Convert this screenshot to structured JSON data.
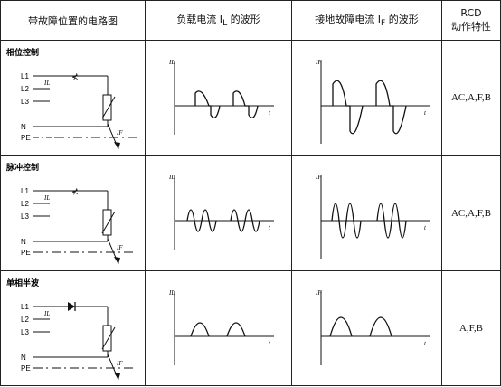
{
  "headers": {
    "col1": "带故障位置的电路图",
    "col2": "负载电流 I",
    "col2_sub": "L",
    "col2_suffix": " 的波形",
    "col3": "接地故障电流 I",
    "col3_sub": "F",
    "col3_suffix": " 的波形",
    "col4_line1": "RCD",
    "col4_line2": "动作特性"
  },
  "rows": [
    {
      "title": "相位控制",
      "rcd": "AC,A,F,B",
      "lines": [
        "L1",
        "L2",
        "L3",
        "N",
        "PE"
      ],
      "il_label": "IL",
      "if_label": "IF",
      "axis_y1": "IL",
      "axis_y2": "IF",
      "axis_t": "t"
    },
    {
      "title": "脉冲控制",
      "rcd": "AC,A,F,B",
      "lines": [
        "L1",
        "L2",
        "L3",
        "N",
        "PE"
      ],
      "il_label": "IL",
      "if_label": "IF",
      "axis_y1": "IL",
      "axis_y2": "IF",
      "axis_t": "t"
    },
    {
      "title": "单相半波",
      "rcd": "A,F,B",
      "lines": [
        "L1",
        "L2",
        "L3",
        "N",
        "PE"
      ],
      "il_label": "IL",
      "if_label": "IF",
      "axis_y1": "IL",
      "axis_y2": "IF",
      "axis_t": "t"
    }
  ]
}
